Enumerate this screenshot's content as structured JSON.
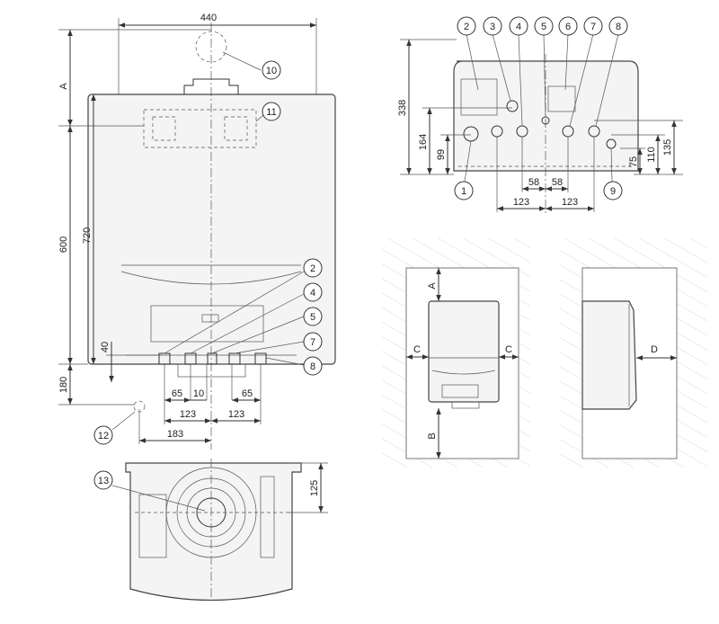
{
  "front_view": {
    "dims": {
      "width": "440",
      "a": "A",
      "total_height": "600",
      "casing_height": "720",
      "bottom_offset": "180",
      "pipe_offset": "40",
      "spacing_65_left": "65",
      "spacing_10": "10",
      "spacing_65_right": "65",
      "spacing_123_left": "123",
      "spacing_123_right": "123",
      "spacing_183": "183"
    },
    "callouts": [
      "10",
      "11",
      "2",
      "4",
      "5",
      "7",
      "8",
      "12"
    ]
  },
  "bottom_view": {
    "dims": {
      "depth": "125"
    },
    "callouts": [
      "13"
    ]
  },
  "connection_view": {
    "dims": {
      "h338": "338",
      "h164": "164",
      "h99": "99",
      "h135": "135",
      "h110": "110",
      "h75": "75",
      "w58_left": "58",
      "w58_right": "58",
      "w123_left": "123",
      "w123_right": "123"
    },
    "callouts_top": [
      "2",
      "3",
      "4",
      "5",
      "6",
      "7",
      "8"
    ],
    "callouts_bottom": [
      "1",
      "9"
    ]
  },
  "clearance_front": {
    "labels": {
      "a": "A",
      "b": "B",
      "c_left": "C",
      "c_right": "C"
    }
  },
  "clearance_side": {
    "labels": {
      "d": "D"
    }
  }
}
